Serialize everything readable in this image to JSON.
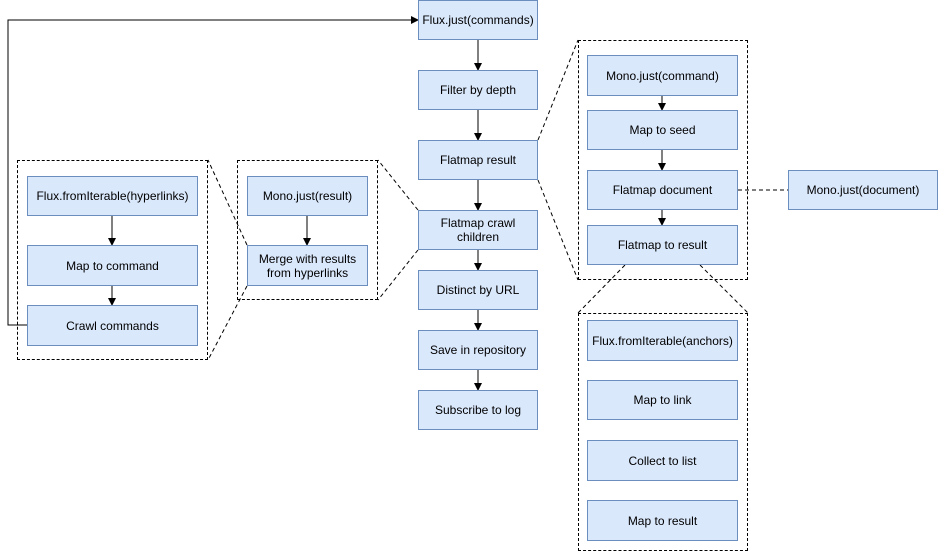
{
  "nodes": {
    "flux_just_commands": "Flux.just(commands)",
    "filter_by_depth": "Filter by depth",
    "flatmap_result": "Flatmap result",
    "flatmap_crawl_children": "Flatmap crawl children",
    "distinct_by_url": "Distinct by URL",
    "save_in_repository": "Save in repository",
    "subscribe_to_log": "Subscribe to log",
    "mono_just_command": "Mono.just(command)",
    "map_to_seed": "Map to seed",
    "flatmap_document": "Flatmap document",
    "flatmap_to_result": "Flatmap to result",
    "mono_just_document": "Mono.just(document)",
    "flux_from_iterable_anchors": "Flux.fromIterable(anchors)",
    "map_to_link": "Map to link",
    "collect_to_list": "Collect to list",
    "map_to_result": "Map to result",
    "mono_just_result": "Mono.just(result)",
    "merge_with_results": "Merge with results from hyperlinks",
    "flux_from_iterable_hyperlinks": "Flux.fromIterable(hyperlinks)",
    "map_to_command": "Map to command",
    "crawl_commands": "Crawl commands"
  },
  "colors": {
    "node_fill": "#dae8fc",
    "node_border": "#6c8ebf",
    "line": "#000000"
  }
}
